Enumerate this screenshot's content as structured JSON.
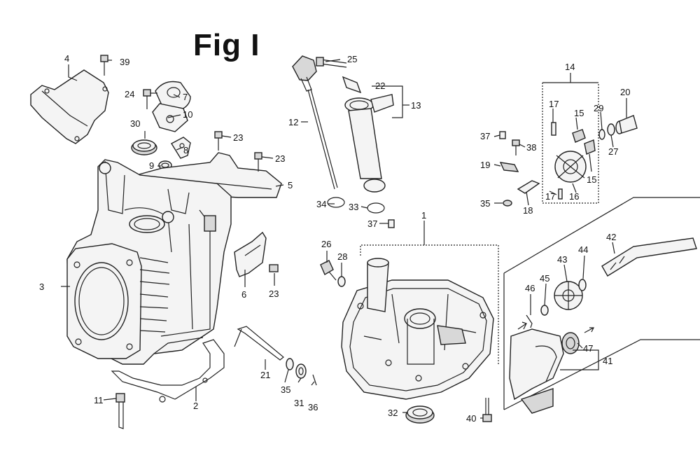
{
  "title": "Fig I",
  "callouts": {
    "c1": "1",
    "c2": "2",
    "c3": "3",
    "c4": "4",
    "c5": "5",
    "c6": "6",
    "c7": "7",
    "c8": "8",
    "c9": "9",
    "c10": "10",
    "c11": "11",
    "c12": "12",
    "c13": "13",
    "c14": "14",
    "c15a": "15",
    "c15b": "15",
    "c16": "16",
    "c17a": "17",
    "c17b": "17",
    "c18": "18",
    "c19": "19",
    "c20": "20",
    "c21": "21",
    "c22": "22",
    "c23a": "23",
    "c23b": "23",
    "c23c": "23",
    "c24": "24",
    "c25": "25",
    "c26": "26",
    "c27": "27",
    "c28": "28",
    "c29": "29",
    "c30": "30",
    "c31": "31",
    "c32": "32",
    "c33": "33",
    "c34": "34",
    "c35a": "35",
    "c35b": "35",
    "c36": "36",
    "c37a": "37",
    "c37b": "37",
    "c38": "38",
    "c39": "39",
    "c40": "40",
    "c41": "41",
    "c42": "42",
    "c43": "43",
    "c44": "44",
    "c45": "45",
    "c46": "46",
    "c47": "47"
  }
}
